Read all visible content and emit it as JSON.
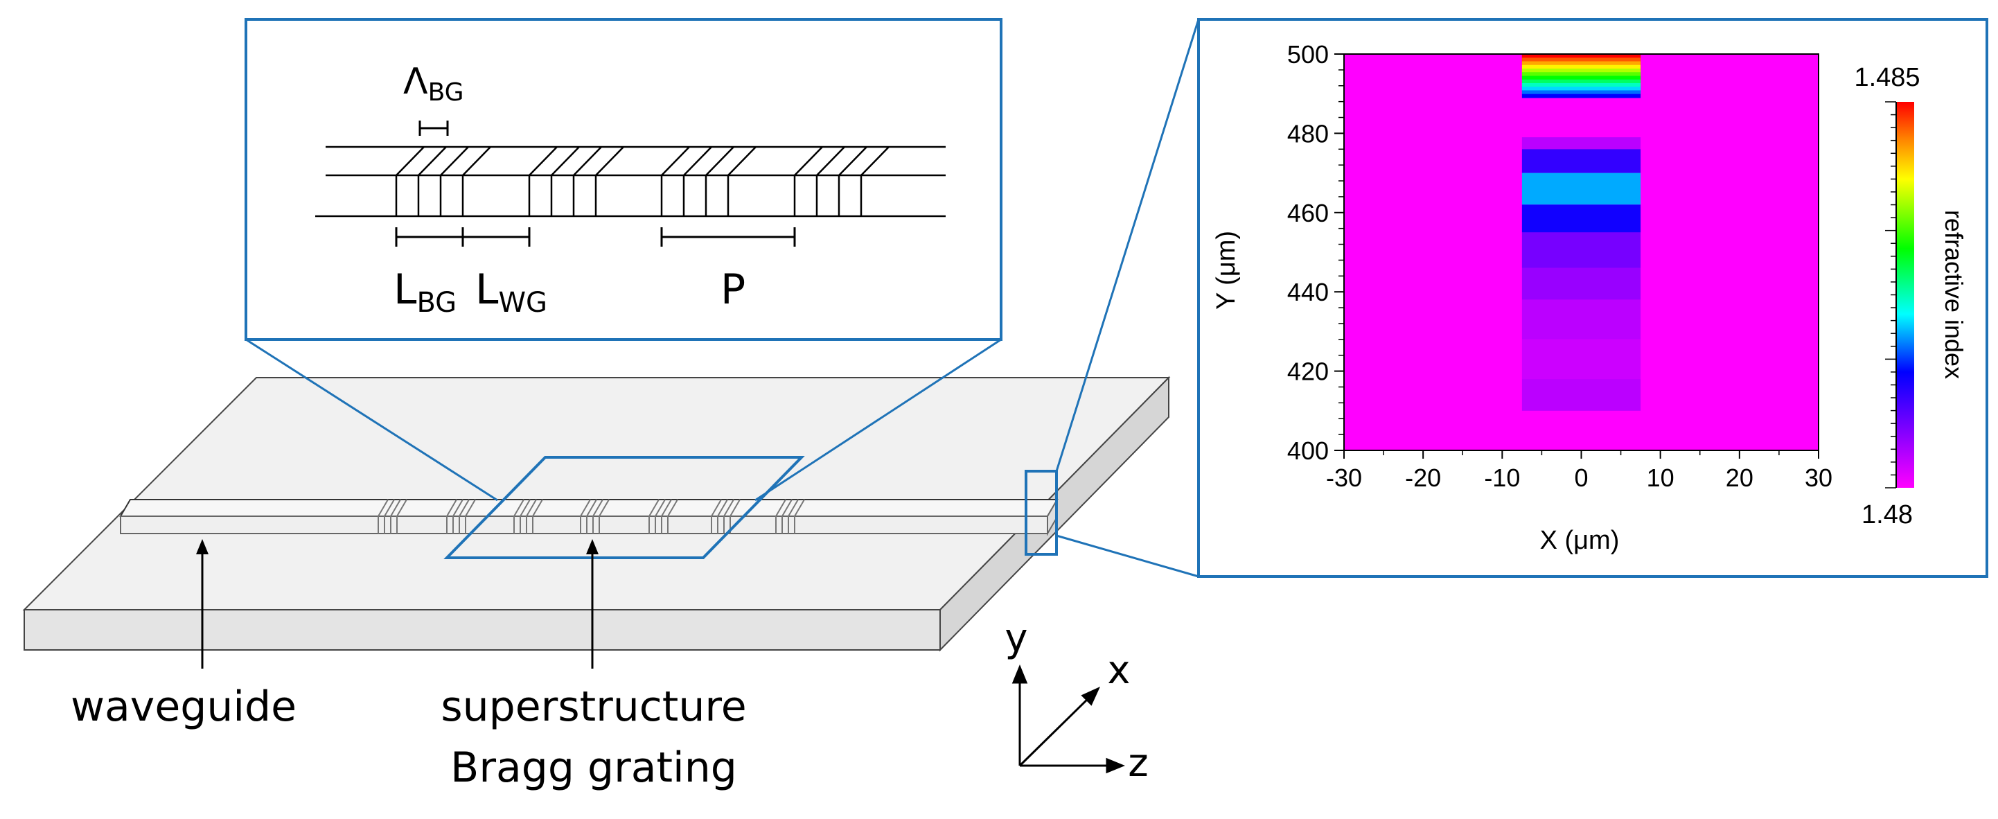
{
  "colors": {
    "accent": "#1f73b7",
    "slab_top": "#f0f0f0",
    "slab_side": "#e2e2e2",
    "background_map": "#ff00ff"
  },
  "labels": {
    "waveguide": "waveguide",
    "ssbg_line1": "superstructure",
    "ssbg_line2": "Bragg grating",
    "axis_x": "x",
    "axis_y": "y",
    "axis_z": "z"
  },
  "inset": {
    "lambda_main": "Λ",
    "lambda_sub": "BG",
    "lbg_main": "L",
    "lbg_sub": "BG",
    "lwg_main": "L",
    "lwg_sub": "WG",
    "period": "P"
  },
  "chart_data": {
    "type": "heatmap",
    "xlabel": "X (μm)",
    "ylabel": "Y (μm)",
    "xlim": [
      -30,
      30
    ],
    "ylim": [
      400,
      500
    ],
    "xticks": [
      "-30",
      "-20",
      "-10",
      "0",
      "10",
      "20",
      "30"
    ],
    "yticks": [
      "400",
      "420",
      "440",
      "460",
      "480",
      "500"
    ],
    "colorbar": {
      "label": "refractive index",
      "max_label": "1.485",
      "min_label": "1.48",
      "range": [
        1.48,
        1.485
      ]
    },
    "background_index": 1.48,
    "core_x": [
      -7.5,
      7.5
    ],
    "core_profile": [
      {
        "y0": 496,
        "y1": 500,
        "n": 1.485
      },
      {
        "y0": 492,
        "y1": 496,
        "n": 1.4843
      },
      {
        "y0": 489,
        "y1": 492,
        "n": 1.4832
      },
      {
        "y0": 476,
        "y1": 479,
        "n": 1.4804
      },
      {
        "y0": 470,
        "y1": 476,
        "n": 1.4812
      },
      {
        "y0": 462,
        "y1": 470,
        "n": 1.482
      },
      {
        "y0": 455,
        "y1": 462,
        "n": 1.4814
      },
      {
        "y0": 446,
        "y1": 455,
        "n": 1.4808
      },
      {
        "y0": 438,
        "y1": 446,
        "n": 1.4806
      },
      {
        "y0": 428,
        "y1": 438,
        "n": 1.4804
      },
      {
        "y0": 418,
        "y1": 428,
        "n": 1.4803
      },
      {
        "y0": 410,
        "y1": 418,
        "n": 1.4804
      }
    ]
  }
}
